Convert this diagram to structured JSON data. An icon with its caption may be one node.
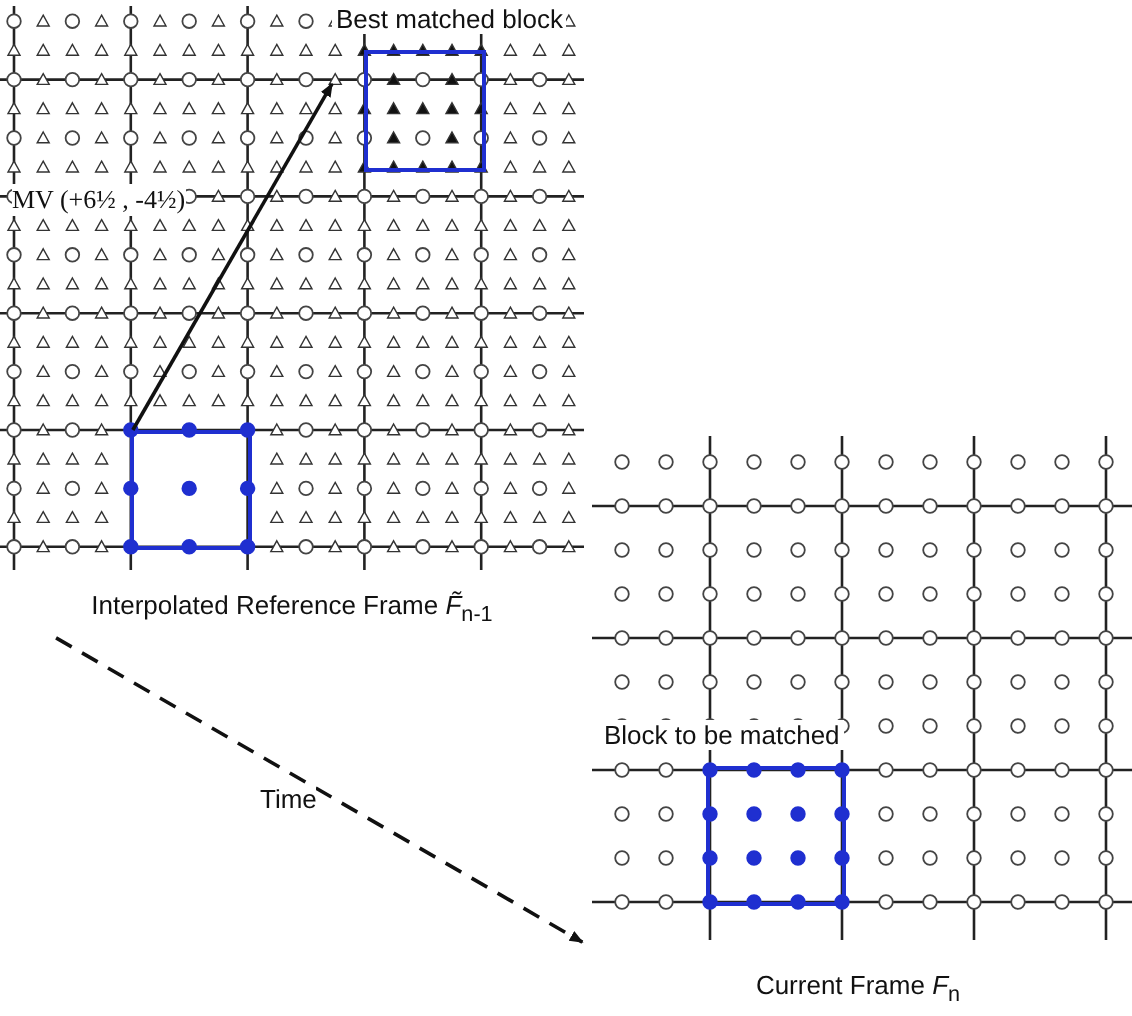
{
  "diagram": {
    "nodes": [
      {
        "text": [
          "Interpolated Reference Frame *F̃*$_{n-1}$"
        ]
      },
      {
        "text": [
          "Best matched block"
        ],
        "in": 0
      },
      {
        "text": [],
        "shape": "box",
        "in": 0
      },
      {
        "text": [
          "Current Frame *F*$_{n}$"
        ]
      },
      {
        "text": [
          "Block to be matched"
        ],
        "in": 3
      }
    ],
    "edges": [
      {
        "from": 2,
        "to": 1,
        "arrow": "to",
        "label": "MV (+6½ , -4½)"
      },
      {
        "from": 0,
        "to": 3,
        "arrow": "to",
        "style": "dashed",
        "label": "Time"
      }
    ]
  }
}
